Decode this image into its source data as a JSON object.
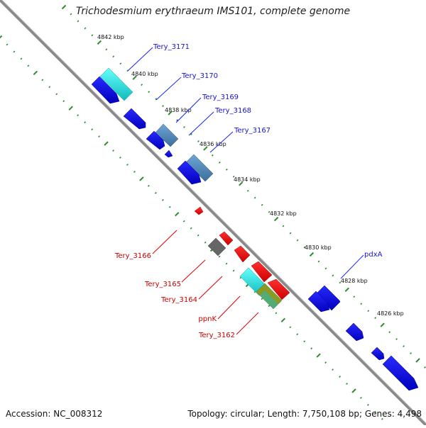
{
  "title": "Trichodesmium erythraeum IMS101, complete genome",
  "footer": {
    "accession": "Accession: NC_008312",
    "summary": "Topology: circular; Length: 7,750,108 bp; Genes: 4,498"
  },
  "kbp_ticks": [
    "4842 kbp",
    "4840 kbp",
    "4838 kbp",
    "4836 kbp",
    "4834 kbp",
    "4832 kbp",
    "4830 kbp",
    "4828 kbp",
    "4826 kbp"
  ],
  "gene_labels_forward": [
    "Tery_3171",
    "Tery_3170",
    "Tery_3169",
    "Tery_3168",
    "Tery_3167",
    "pdxA"
  ],
  "gene_labels_reverse": [
    "Tery_3166",
    "Tery_3165",
    "Tery_3164",
    "ppnK",
    "Tery_3162"
  ],
  "colors": {
    "backbone": "#888888",
    "tick_dots": "#2e8b2e",
    "forward_cds": "#0000ee",
    "forward_label": "#1515d0",
    "reverse_cds": "#ee0000",
    "reverse_label": "#cc0000",
    "cyan_cds": "#22dddd",
    "steel_cds": "#4682b4",
    "gray_cds": "#666666",
    "olive_cds": "#999922"
  }
}
